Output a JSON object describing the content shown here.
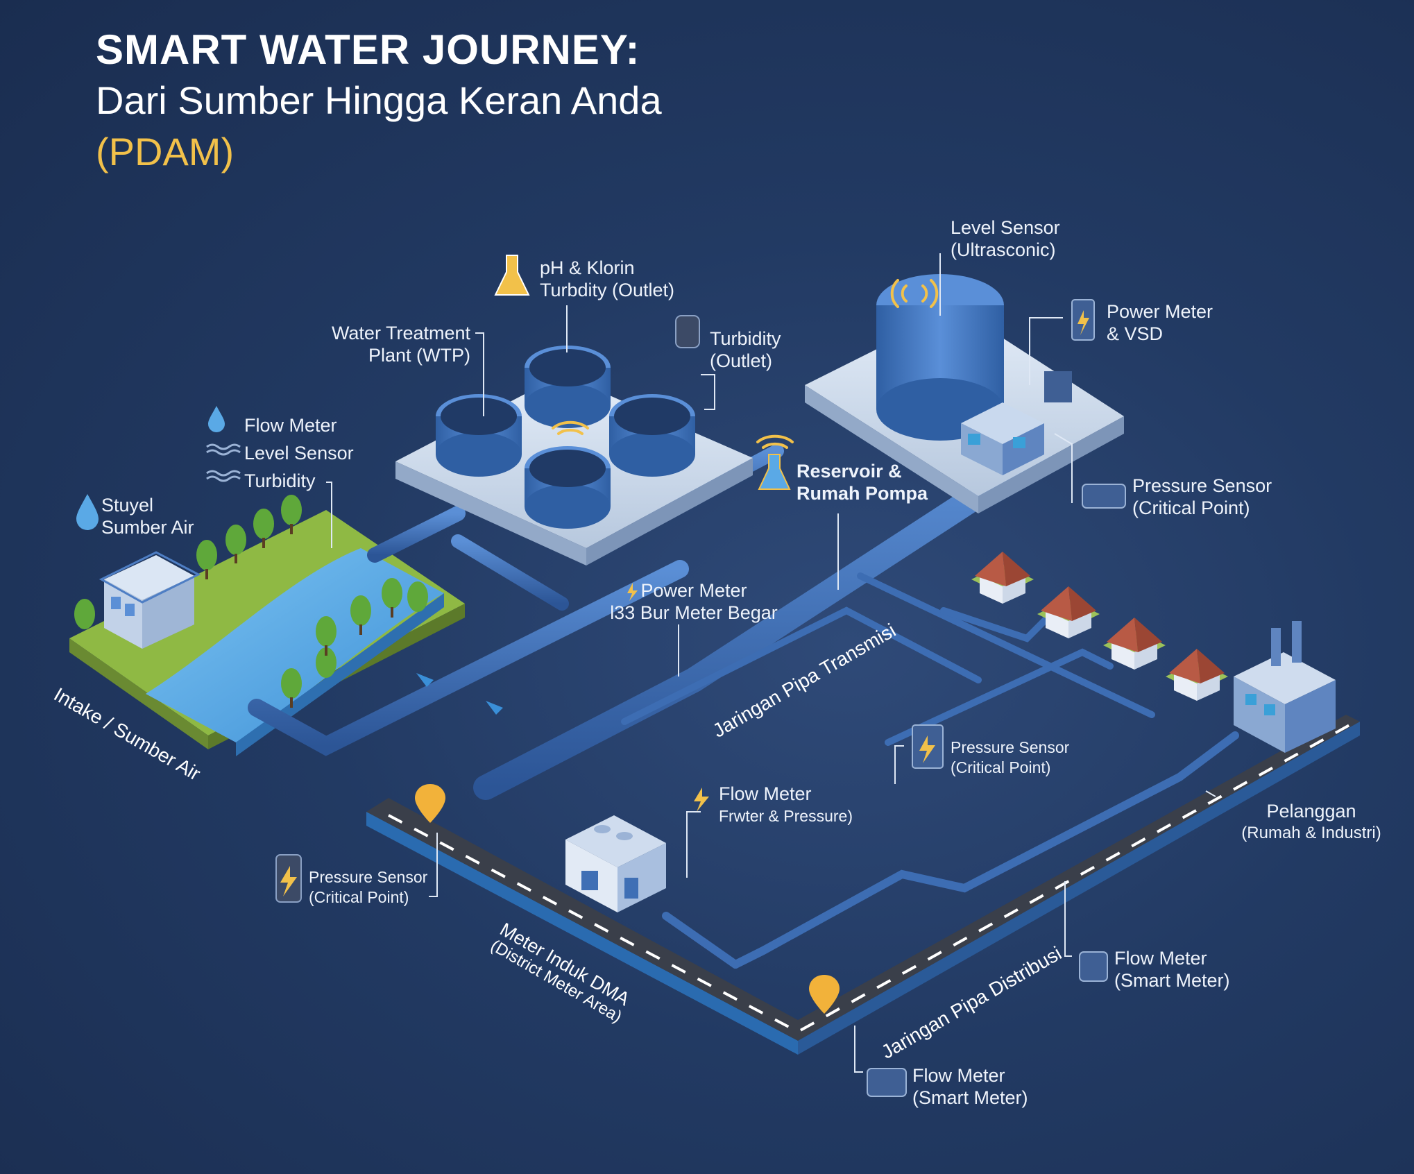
{
  "title": {
    "line1": "SMART WATER JOURNEY:",
    "line2": "Dari Sumber Hingga Keran Anda",
    "line3": "(PDAM)"
  },
  "colors": {
    "background": "#223a63",
    "pipe": "#3d6db3",
    "water": "#5aa9e6",
    "grass": "#8fb944",
    "road": "#3a3f4a",
    "roof": "#b85a45",
    "accent": "#f2c14a"
  },
  "labels": {
    "intake_sensors": [
      "Flow Meter",
      "Level Sensor",
      "Turbidity"
    ],
    "source": [
      "Stuyel",
      "Sumber Air"
    ],
    "intake_area": "Intake / Sumber Air",
    "wtp": [
      "Water Treatment",
      "Plant (WTP)"
    ],
    "ph_klorin": [
      "pH & Klorin",
      "Turbdity (Outlet)"
    ],
    "turbidity_outlet": [
      "Turbidity",
      "(Outlet)"
    ],
    "level_sensor": [
      "Level Sensor",
      "(Ultrasconic)"
    ],
    "power_vsd": [
      "Power Meter",
      "& VSD"
    ],
    "reservoir": [
      "Reservoir &",
      "Rumah Pompa"
    ],
    "pressure_reservoir": [
      "Pressure Sensor",
      "(Critical Point)"
    ],
    "power_meter_big": [
      "Power Meter",
      "l33 Bur Meter Begar"
    ],
    "transmisi": "Jaringan Pipa Transmisi",
    "pressure_center": [
      "Pressure Sensor",
      "(Critical Point)"
    ],
    "flow_pressure": [
      "Flow Meter",
      "Frwter & Pressure)"
    ],
    "pressure_left": [
      "Pressure Sensor",
      "(Critical Point)"
    ],
    "dma": [
      "Meter Induk DMA",
      "(District Meter Area)"
    ],
    "distribusi": "Jaringan Pipa Distribusi",
    "pelanggan": [
      "Pelanggan",
      "(Rumah & Industri)"
    ],
    "flow_smart_right": [
      "Flow Meter",
      "(Smart Meter)"
    ],
    "flow_smart_bottom": [
      "Flow Meter",
      "(Smart Meter)"
    ]
  },
  "icons": [
    "water-drop-icon",
    "wave-icon",
    "flask-icon",
    "battery-icon",
    "signal-icon",
    "power-meter-icon",
    "pressure-gauge-icon",
    "lightning-icon",
    "map-pin-icon",
    "smart-meter-icon"
  ]
}
